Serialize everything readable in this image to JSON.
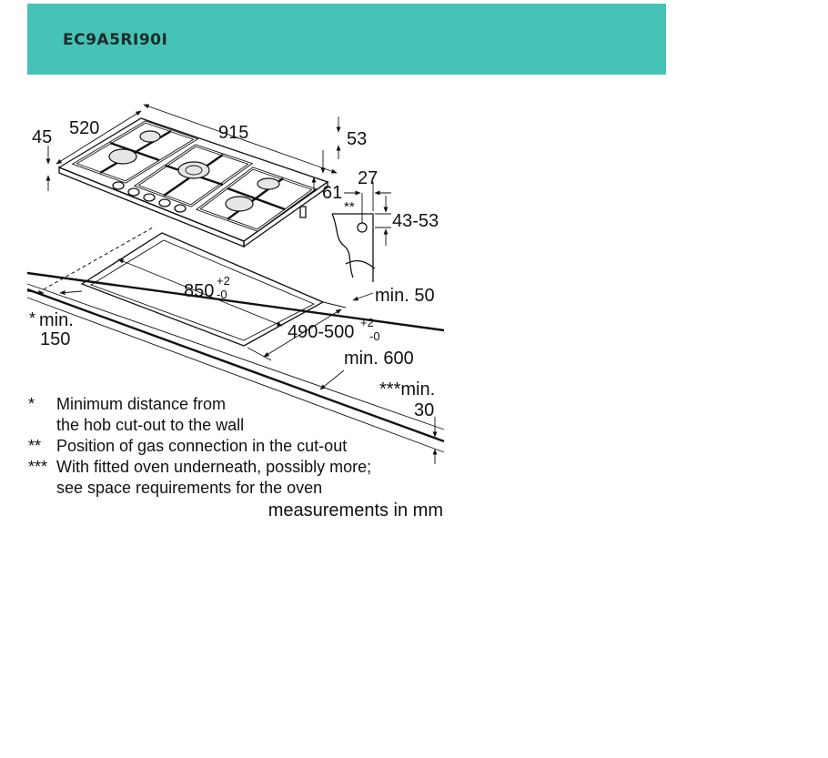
{
  "header": {
    "model": "EC9A5RI90I"
  },
  "dimensions": {
    "depth": "45",
    "width_front": "520",
    "width": "915",
    "height_top": "53",
    "side_61": "61",
    "conn_27": "27",
    "conn_marker": "**",
    "conn_height": "43-53",
    "cutout_width": "850",
    "cutout_width_tol_plus": "+2",
    "cutout_width_tol_minus": "-0",
    "cutout_depth": "490-500",
    "cutout_depth_tol_plus": "+2",
    "cutout_depth_tol_minus": "-0",
    "min_50": "min. 50",
    "min_600": "min. 600",
    "wall_marker": "*",
    "wall_min": "min.",
    "wall_value": "150",
    "oven_min": "***min.",
    "oven_value": "30"
  },
  "notes": [
    {
      "marker": "*",
      "lines": [
        "Minimum distance from",
        "the hob cut-out to the wall"
      ]
    },
    {
      "marker": "**",
      "lines": [
        "Position of gas connection in the cut-out"
      ]
    },
    {
      "marker": "***",
      "lines": [
        "With fitted oven underneath, possibly more;",
        "see space requirements for the oven"
      ]
    }
  ],
  "units_note": "measurements in mm",
  "colors": {
    "banner": "#47c2b7"
  }
}
